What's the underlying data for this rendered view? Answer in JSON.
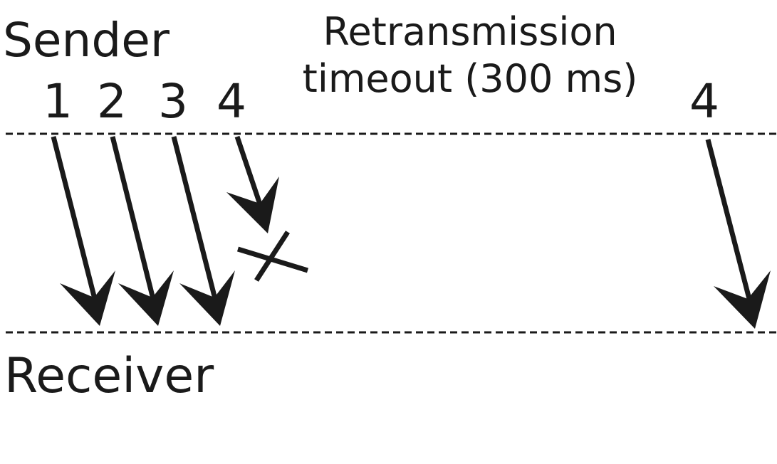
{
  "sender_label": "Sender",
  "receiver_label": "Receiver",
  "timeout_label": {
    "line1": "Retransmission",
    "line2": "timeout (300 ms)"
  },
  "packets": [
    "1",
    "2",
    "3",
    "4"
  ],
  "retransmitted_packet": "4",
  "colors": {
    "ink": "#1a1a1a",
    "background": "#ffffff"
  }
}
